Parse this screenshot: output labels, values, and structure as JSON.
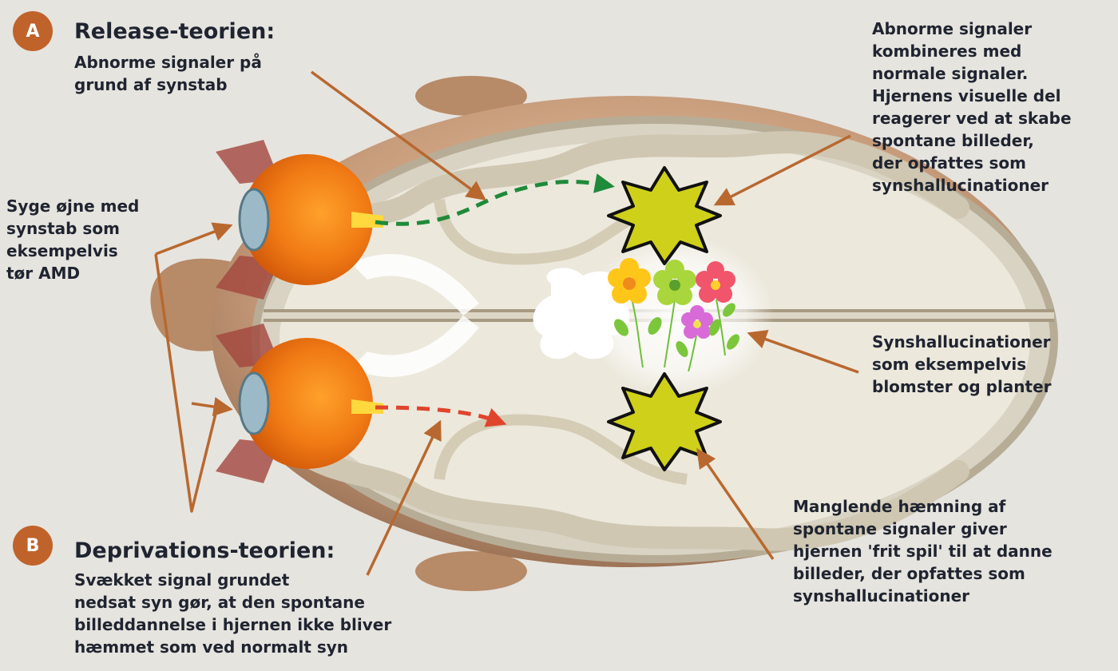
{
  "section_a": {
    "badge": "A",
    "title": "Release-teorien:",
    "text_lines": [
      "Abnorme signaler på",
      "grund af synstab"
    ]
  },
  "section_b": {
    "badge": "B",
    "title": "Deprivations-teorien:",
    "text_lines": [
      "Svækket signal grundet",
      "nedsat syn gør, at den spontane",
      "billeddannelse i hjernen ikke bliver",
      "hæmmet som ved normalt syn"
    ]
  },
  "eyes_label": {
    "lines": [
      "Syge øjne med",
      "synstab som",
      "eksempelvis",
      "tør AMD"
    ]
  },
  "top_right_label": {
    "lines": [
      "Abnorme signaler",
      "kombineres med",
      "normale signaler.",
      "Hjernens visuelle del",
      "reagerer ved at skabe",
      "spontane billeder,",
      "der opfattes som",
      "synshallucinationer"
    ]
  },
  "middle_right_label": {
    "lines": [
      "Synshallucinationer",
      "som eksempelvis",
      "blomster og planter"
    ]
  },
  "bottom_right_label": {
    "lines": [
      "Manglende hæmning af",
      "spontane signaler giver",
      "hjernen 'frit spil' til at danne",
      "billeder, der opfattes som",
      "synshallucinationer"
    ]
  },
  "colors": {
    "background": "#e6e4df",
    "accent_orange": "#c0632b",
    "arrow_brown": "#b8682f",
    "signal_green": "#1f8a3a",
    "signal_red": "#e0442c",
    "starburst_fill": "#cfd01a",
    "text_dark": "#1f2430"
  },
  "icons": [
    "eye-icon",
    "flower-icon",
    "leaf-icon",
    "starburst-icon",
    "arrow-icon"
  ]
}
